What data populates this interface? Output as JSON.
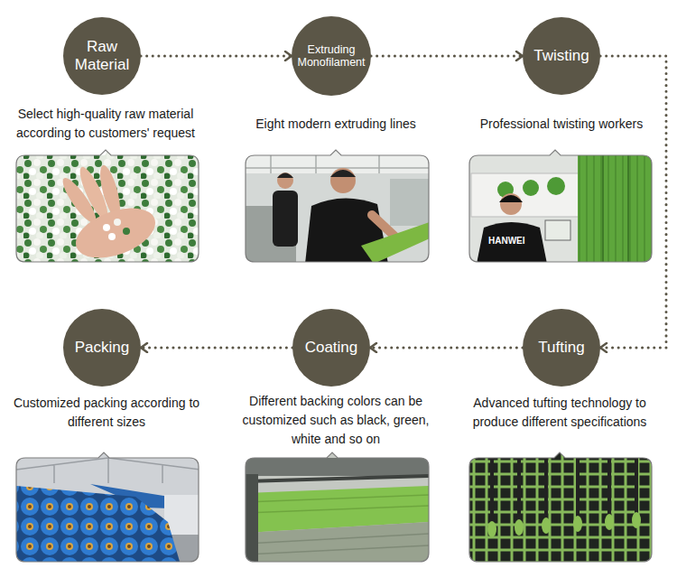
{
  "diagram": {
    "nodes": [
      {
        "text": [
          "Raw Material"
        ]
      },
      {
        "text": [
          "Extruding Monofilament"
        ]
      },
      {
        "text": [
          "Twisting"
        ]
      },
      {
        "text": [
          "Packing"
        ]
      },
      {
        "text": [
          "Coating"
        ]
      },
      {
        "text": [
          "Tufting"
        ]
      }
    ],
    "edges": [
      {
        "from": 0,
        "to": 1,
        "arrow": "to"
      },
      {
        "from": 1,
        "to": 2,
        "arrow": "to"
      },
      {
        "from": 2,
        "to": 5,
        "arrow": "to"
      },
      {
        "from": 5,
        "to": 4,
        "arrow": "to"
      },
      {
        "from": 4,
        "to": 3,
        "arrow": "to"
      }
    ],
    "labels": [
      "Select high-quality raw material according to customers' request",
      "Eight modern extruding lines",
      "Professional twisting workers",
      "HANWEI",
      "Customized packing according to different sizes",
      "Different backing colors can be customized such as black, green, white and so on",
      "Advanced tufting technology to produce different specifications"
    ]
  }
}
